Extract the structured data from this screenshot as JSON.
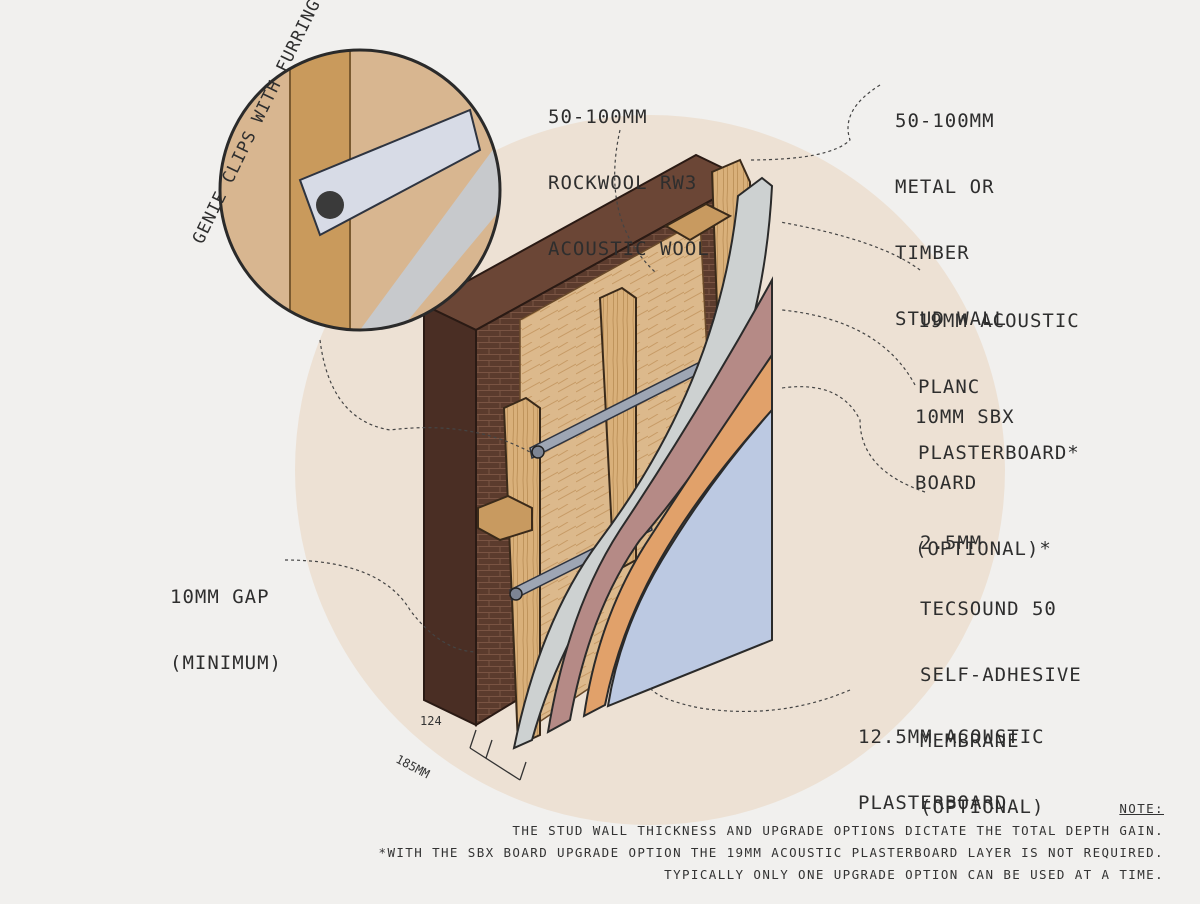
{
  "labels": {
    "rockwool": [
      "50-100MM",
      "ROCKWOOL RW3",
      "ACOUSTIC WOOL"
    ],
    "stud_wall": [
      "50-100MM",
      "METAL OR",
      "TIMBER",
      "STUD WALL"
    ],
    "planc": [
      "19MM ACOUSTIC",
      "PLANC",
      "PLASTERBOARD*"
    ],
    "sbx": [
      "10MM SBX",
      "BOARD",
      "(OPTIONAL)*"
    ],
    "tecsound": [
      "2.5MM",
      "TECSOUND 50",
      "SELF-ADHESIVE",
      "MEMBRANE",
      "(OPTIONAL)"
    ],
    "acoustic_plasterboard": [
      "12.5MM ACOUSTIC",
      "PLASTERBOARD"
    ],
    "gap": [
      "10MM GAP",
      "(MINIMUM)"
    ],
    "genie_clips": "GENIE CLIPS WITH FURRING STRIPS"
  },
  "dimensions": {
    "inner": "124",
    "outer": "185MM"
  },
  "note": {
    "title": "NOTE:",
    "lines": [
      "THE STUD WALL THICKNESS AND UPGRADE OPTIONS DICTATE THE TOTAL DEPTH GAIN.",
      "*WITH THE SBX BOARD UPGRADE OPTION THE 19MM ACOUSTIC PLASTERBOARD LAYER IS NOT REQUIRED.",
      "TYPICALLY ONLY ONE UPGRADE OPTION CAN BE USED AT A TIME."
    ]
  },
  "colors": {
    "background": "#f1f0ee",
    "circle": "#ecdfd0",
    "brick": "#5a3a2c",
    "timber": "#d9b07a",
    "wool": "#dcb98c",
    "grey_plasterboard": "#cdd1d1",
    "sbx_board": "#b58a86",
    "tecsound": "#e1a16a",
    "blue_plasterboard": "#bcc9e2",
    "metal": "#9ea6b4"
  }
}
